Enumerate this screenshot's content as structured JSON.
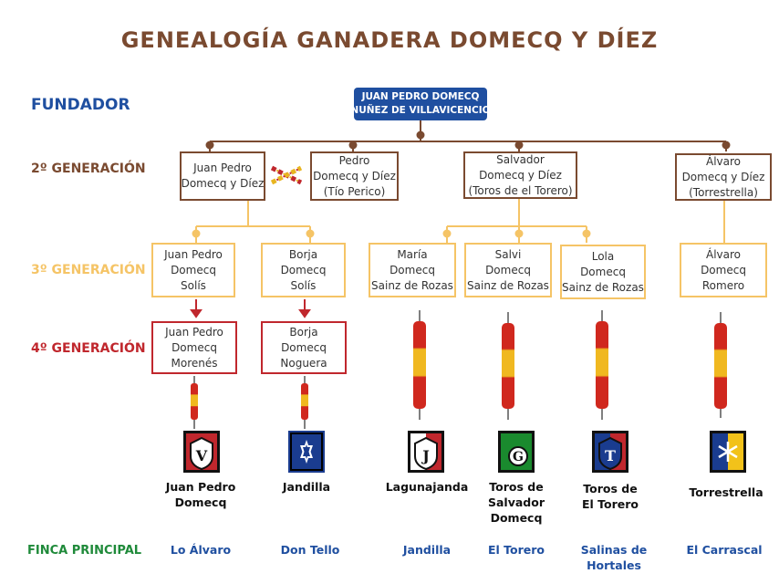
{
  "title": "GENEALOGÍA GANADERA DOMECQ Y DÍEZ",
  "levels": {
    "founder": {
      "label": "FUNDADOR",
      "color": "#1f4fa0"
    },
    "gen2": {
      "label": "2º GENERACIÓN",
      "color": "#7a4a30"
    },
    "gen3": {
      "label": "3º GENERACIÓN",
      "color": "#f5c466"
    },
    "gen4": {
      "label": "4º GENERACIÓN",
      "color": "#c0272d"
    },
    "finca": {
      "label": "FINCA PRINCIPAL",
      "color": "#1f8a3a"
    }
  },
  "founder": {
    "lines": [
      "JUAN PEDRO DOMECQ",
      "NUÑEZ DE VILLAVICENCIO"
    ]
  },
  "gen2": [
    {
      "lines": [
        "Juan Pedro",
        "Domecq y Díez"
      ]
    },
    {
      "lines": [
        "Pedro",
        "Domecq y Díez",
        "(Tío Perico)"
      ]
    },
    {
      "lines": [
        "Salvador",
        "Domecq y Díez",
        "(Toros de el Torero)"
      ]
    },
    {
      "lines": [
        "Álvaro",
        "Domecq y Díez",
        "(Torrestrella)"
      ]
    }
  ],
  "gen3": [
    {
      "lines": [
        "Juan Pedro",
        "Domecq",
        "Solís"
      ]
    },
    {
      "lines": [
        "Borja",
        "Domecq",
        "Solís"
      ]
    },
    {
      "lines": [
        "María",
        "Domecq",
        "Sainz de Rozas"
      ]
    },
    {
      "lines": [
        "Salvi",
        "Domecq",
        "Sainz de Rozas"
      ]
    },
    {
      "lines": [
        "Lola",
        "Domecq",
        "Sainz de Rozas"
      ]
    },
    {
      "lines": [
        "Álvaro",
        "Domecq",
        "Romero"
      ]
    }
  ],
  "gen4": [
    {
      "lines": [
        "Juan Pedro",
        "Domecq",
        "Morenés"
      ]
    },
    {
      "lines": [
        "Borja",
        "Domecq",
        "Noguera"
      ]
    }
  ],
  "ganaderias": [
    {
      "lines": [
        "Juan Pedro",
        "Domecq"
      ],
      "emblem": "shield-v-emblem",
      "letter": "V"
    },
    {
      "lines": [
        "Jandilla"
      ],
      "emblem": "star-emblem",
      "letter": ""
    },
    {
      "lines": [
        "Lagunajanda"
      ],
      "emblem": "shield-j-emblem",
      "letter": "J"
    },
    {
      "lines": [
        "Toros de",
        "Salvador",
        "Domecq"
      ],
      "emblem": "green-g-emblem",
      "letter": "G"
    },
    {
      "lines": [
        "Toros de",
        "El Torero"
      ],
      "emblem": "shield-t-emblem",
      "letter": "T"
    },
    {
      "lines": [
        "Torrestrella"
      ],
      "emblem": "snowflake-emblem",
      "letter": ""
    }
  ],
  "fincas": [
    {
      "lines": [
        "Lo Álvaro"
      ]
    },
    {
      "lines": [
        "Don Tello"
      ]
    },
    {
      "lines": [
        "Jandilla"
      ]
    },
    {
      "lines": [
        "El Torero"
      ]
    },
    {
      "lines": [
        "Salinas de",
        "Hortales"
      ]
    },
    {
      "lines": [
        "El Carrascal"
      ]
    }
  ],
  "colors": {
    "brown": "#7a4a30",
    "yellow": "#f5c466",
    "red": "#c0272d",
    "blue": "#1f4fa0",
    "green": "#1f8a3a"
  }
}
